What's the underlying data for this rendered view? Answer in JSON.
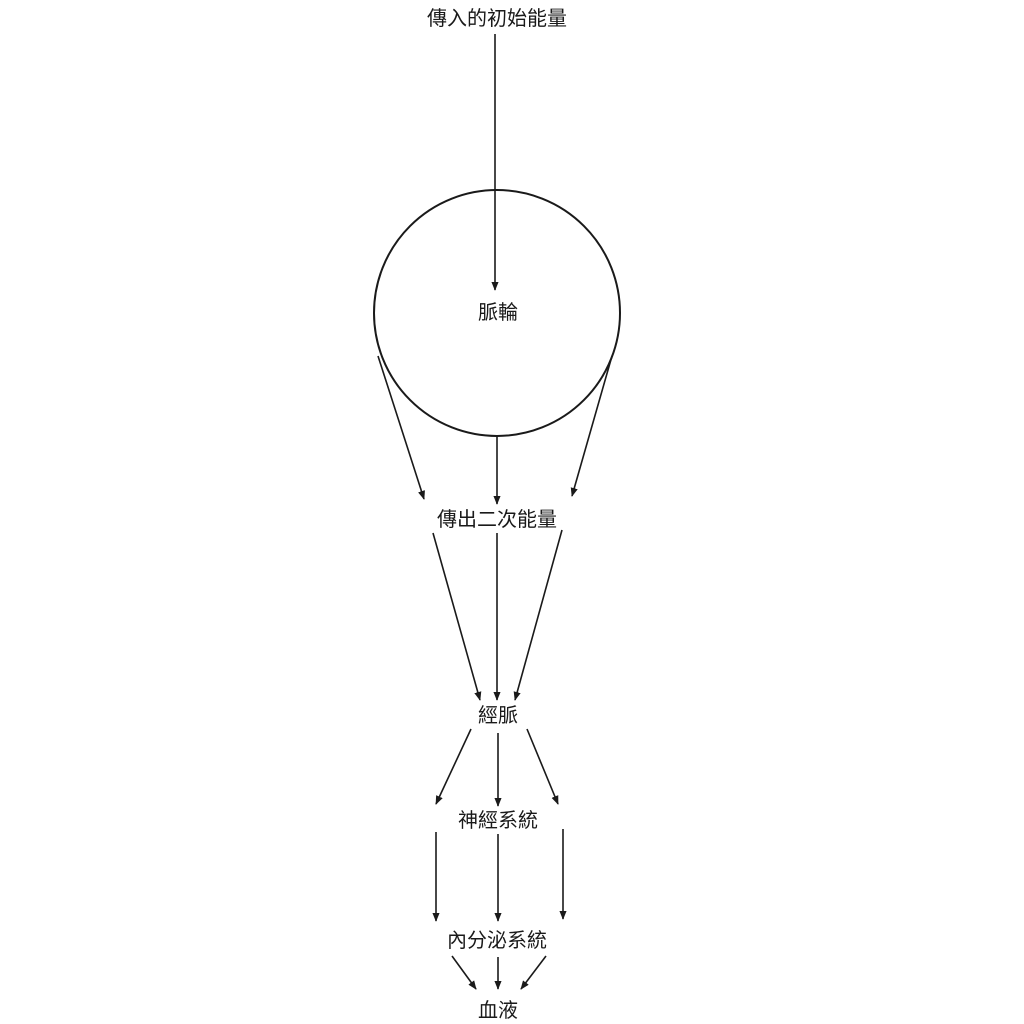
{
  "diagram": {
    "nodes": {
      "initial_energy": "傳入的初始能量",
      "chakra": "脈輪",
      "secondary_energy": "傳出二次能量",
      "meridians": "經脈",
      "nervous_system": "神經系統",
      "endocrine_system": "內分泌系統",
      "blood": "血液"
    },
    "edges": [
      {
        "from": "initial_energy",
        "to": "chakra"
      },
      {
        "from": "chakra",
        "to": "secondary_energy",
        "count": 3
      },
      {
        "from": "secondary_energy",
        "to": "meridians",
        "count": 3
      },
      {
        "from": "meridians",
        "to": "nervous_system",
        "count": 3
      },
      {
        "from": "nervous_system",
        "to": "endocrine_system",
        "count": 3
      },
      {
        "from": "endocrine_system",
        "to": "blood",
        "count": 3
      }
    ],
    "colors": {
      "line": "#1a1a1a",
      "text": "#1a1a1a",
      "background": "#ffffff"
    }
  }
}
